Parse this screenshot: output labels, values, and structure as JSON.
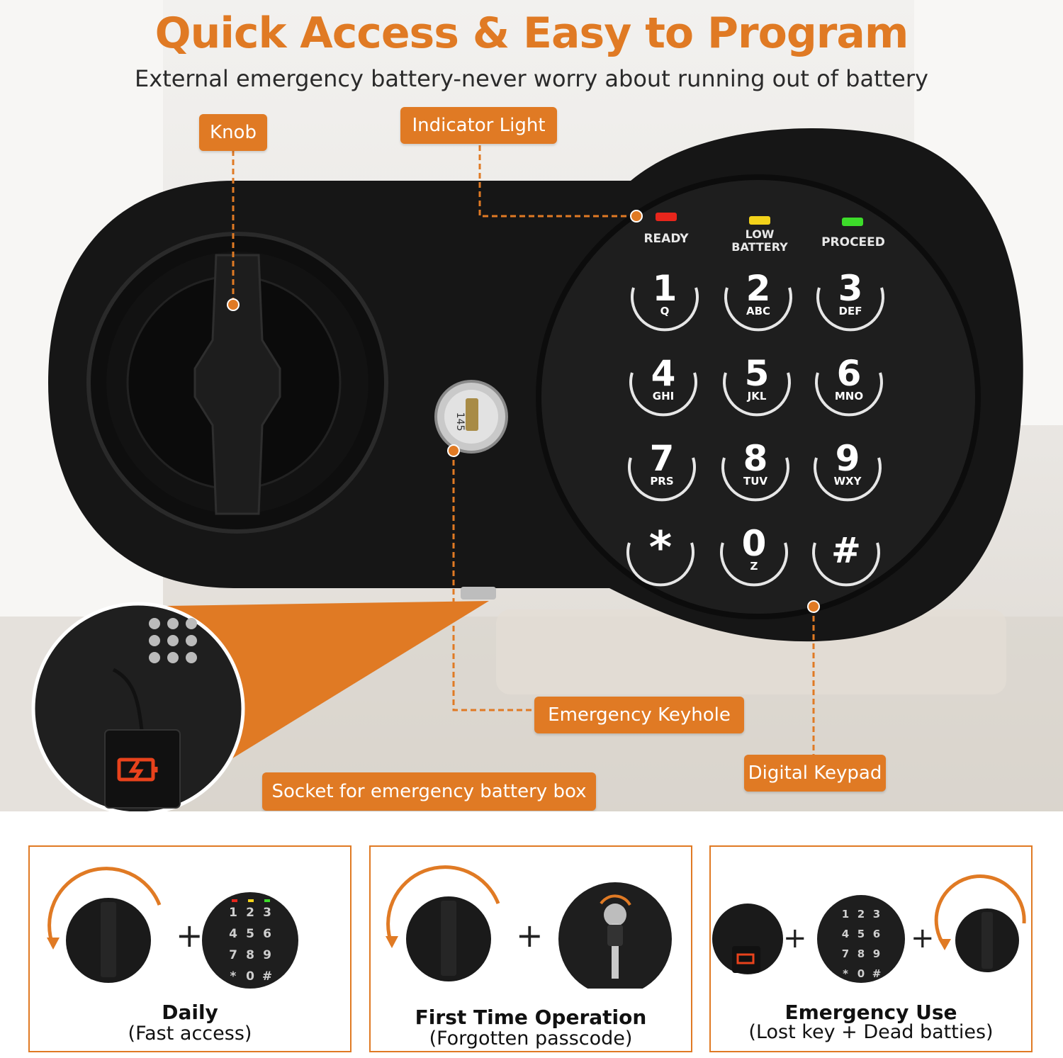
{
  "header": {
    "title": "Quick Access & Easy to Program",
    "subtitle": "External emergency battery-never worry about running out of battery"
  },
  "callouts": {
    "knob": "Knob",
    "indicator_light": "Indicator Light",
    "emergency_keyhole": "Emergency Keyhole",
    "digital_keypad": "Digital Keypad",
    "socket": "Socket for emergency battery box"
  },
  "indicators": {
    "ready": "READY",
    "low": "LOW",
    "battery": "BATTERY",
    "proceed": "PROCEED",
    "colors": {
      "ready": "#e8261c",
      "low_battery": "#f2d21a",
      "proceed": "#3ddc2a"
    }
  },
  "keyhole_number": "145",
  "keypad": {
    "keys": [
      {
        "main": "1",
        "sub": "Q"
      },
      {
        "main": "2",
        "sub": "ABC"
      },
      {
        "main": "3",
        "sub": "DEF"
      },
      {
        "main": "4",
        "sub": "GHI"
      },
      {
        "main": "5",
        "sub": "JKL"
      },
      {
        "main": "6",
        "sub": "MNO"
      },
      {
        "main": "7",
        "sub": "PRS"
      },
      {
        "main": "8",
        "sub": "TUV"
      },
      {
        "main": "9",
        "sub": "WXY"
      },
      {
        "main": "*",
        "sub": ""
      },
      {
        "main": "0",
        "sub": "Z"
      },
      {
        "main": "#",
        "sub": ""
      }
    ]
  },
  "modes": [
    {
      "title": "Daily",
      "subtitle": "(Fast access)"
    },
    {
      "title": "First Time Operation",
      "subtitle": "(Forgotten passcode)"
    },
    {
      "title": "Emergency Use",
      "subtitle": "(Lost key + Dead batties)"
    }
  ],
  "plus_sign": "+",
  "colors": {
    "accent": "#e07a24",
    "body": "#1c1c1c"
  }
}
